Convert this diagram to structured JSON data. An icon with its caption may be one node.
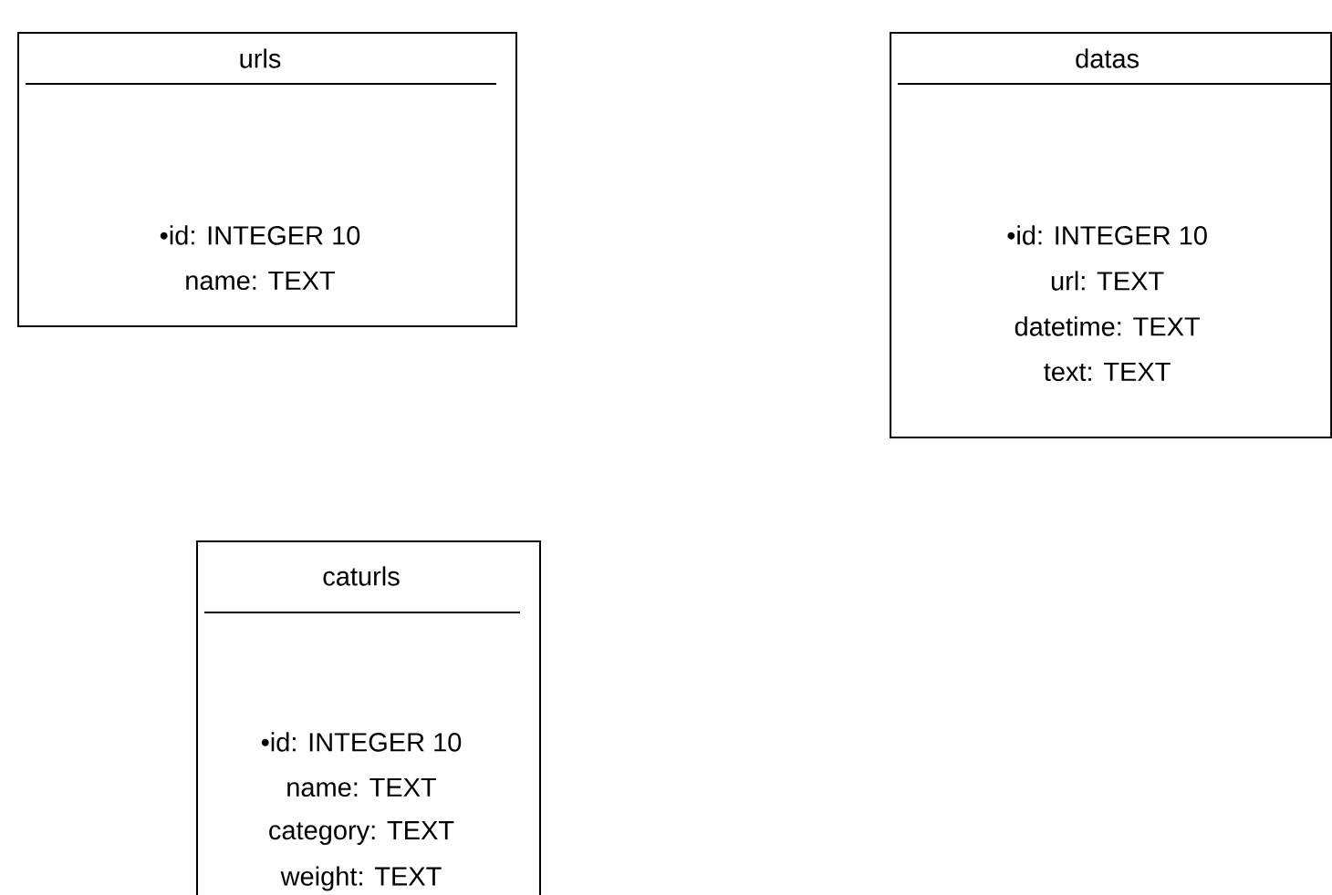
{
  "diagram": {
    "nodes": [
      {
        "text": [
          "urls",
          "•id: INTEGER 10",
          "name: TEXT"
        ]
      },
      {
        "text": [
          "datas",
          "•id: INTEGER 10",
          "url: TEXT",
          "datetime: TEXT",
          "text: TEXT"
        ]
      },
      {
        "text": [
          "caturls",
          "•id: INTEGER 10",
          "name: TEXT",
          "category: TEXT",
          "weight: TEXT"
        ]
      }
    ],
    "edges": []
  }
}
